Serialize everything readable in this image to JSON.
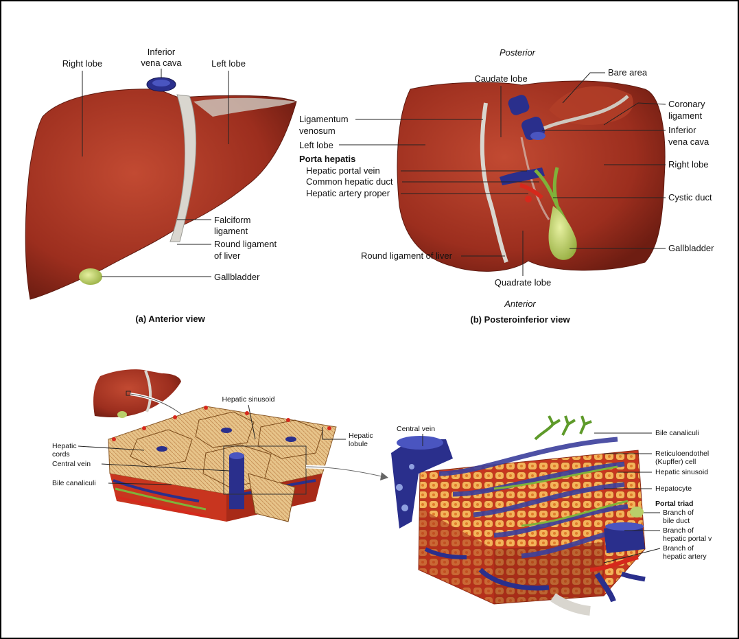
{
  "panel_a": {
    "caption": "(a) Anterior view",
    "labels": {
      "right_lobe": "Right lobe",
      "ivc_1": "Inferior",
      "ivc_2": "vena cava",
      "left_lobe": "Left lobe",
      "falciform_1": "Falciform",
      "falciform_2": "ligament",
      "round_1": "Round ligament",
      "round_2": "of liver",
      "gallbladder": "Gallbladder"
    }
  },
  "panel_b": {
    "caption": "(b) Posteroinferior view",
    "orientation_top": "Posterior",
    "orientation_bottom": "Anterior",
    "labels": {
      "caudate": "Caudate lobe",
      "bare": "Bare area",
      "coronary_1": "Coronary",
      "coronary_2": "ligament",
      "ligven_1": "Ligamentum",
      "ligven_2": "venosum",
      "ivc_1": "Inferior",
      "ivc_2": "vena cava",
      "left_lobe": "Left lobe",
      "porta": "Porta hepatis",
      "portal_vein": "Hepatic portal vein",
      "common_duct": "Common hepatic duct",
      "artery_proper": "Hepatic artery proper",
      "right_lobe": "Right lobe",
      "cystic": "Cystic duct",
      "gallbladder": "Gallbladder",
      "round": "Round ligament of liver",
      "quadrate": "Quadrate lobe"
    }
  },
  "panel_c": {
    "labels": {
      "hep_sinusoid": "Hepatic sinusoid",
      "hep_cords_1": "Hepatic",
      "hep_cords_2": "cords",
      "central_vein": "Central vein",
      "bile_canaliculi": "Bile canaliculi",
      "hep_lobule_1": "Hepatic",
      "hep_lobule_2": "lobule"
    }
  },
  "panel_d": {
    "labels": {
      "central_vein": "Central vein",
      "bile_canaliculi": "Bile canaliculi",
      "kupffer_1": "Reticuloendothel",
      "kupffer_2": "(Kupffer) cell",
      "hep_sinusoid": "Hepatic sinusoid",
      "hepatocyte": "Hepatocyte",
      "portal_triad": "Portal triad",
      "bile_duct_1": "Branch of",
      "bile_duct_2": "bile duct",
      "portal_v_1": "Branch of",
      "portal_v_2": "hepatic portal v",
      "artery_1": "Branch of",
      "artery_2": "hepatic artery"
    }
  },
  "colors": {
    "liver": "#9c2e1e",
    "liver_light": "#c0503a",
    "vein": "#2a2f8c",
    "artery": "#d6281c",
    "bile": "#7fb23a",
    "gallbladder": "#b9cf6a",
    "ligament": "#d9d6cf",
    "hepatocyte": "#f0a040"
  }
}
